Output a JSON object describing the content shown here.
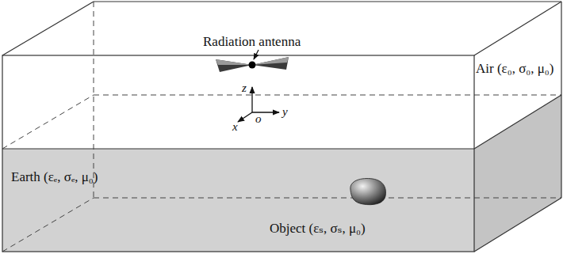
{
  "diagram": {
    "nodes": [
      {
        "text": [
          "Air (ε₀, σ₀, μ₀)"
        ]
      },
      {
        "text": [
          "Earth (εₑ, σₑ, μ₀)"
        ]
      },
      {
        "text": [
          "Object (εₛ, σₛ, μ₀)"
        ],
        "in": 1
      }
    ],
    "labels": [
      "Radiation antenna",
      "z",
      "x",
      "o",
      "y"
    ]
  }
}
